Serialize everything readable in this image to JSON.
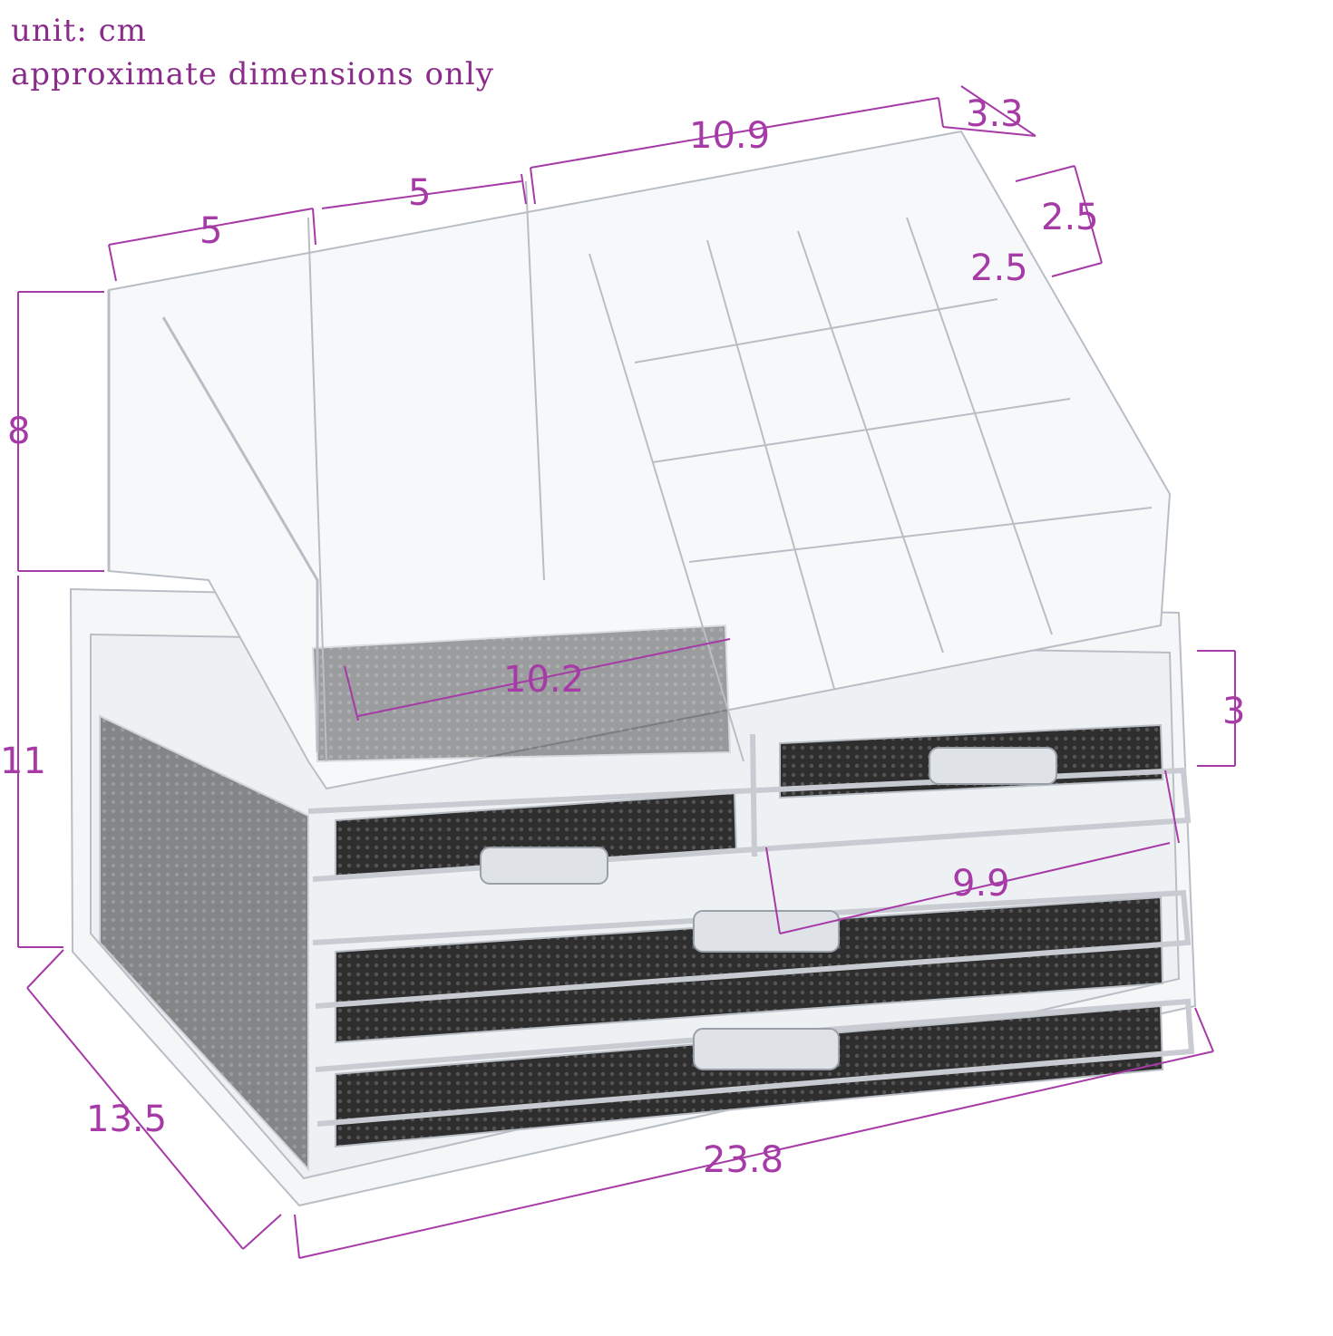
{
  "notes": {
    "unit": "unit: cm",
    "approx": "approximate dimensions only"
  },
  "colors": {
    "dimension": "#a63aa6",
    "note": "#8a2d8a",
    "acrylic": "#d9dde2",
    "mesh": "#2b2b2b"
  },
  "dimensions": {
    "compartment_width_left": "5",
    "compartment_width_middle": "5",
    "compartment_width_right": "10.9",
    "top_depth": "3.3",
    "slot_depth": "2.5",
    "slot_width": "2.5",
    "upper_height": "8",
    "lower_height": "11",
    "tray_width": "10.2",
    "drawer_height": "3",
    "small_drawer_width": "9.9",
    "total_depth": "13.5",
    "total_width": "23.8"
  }
}
